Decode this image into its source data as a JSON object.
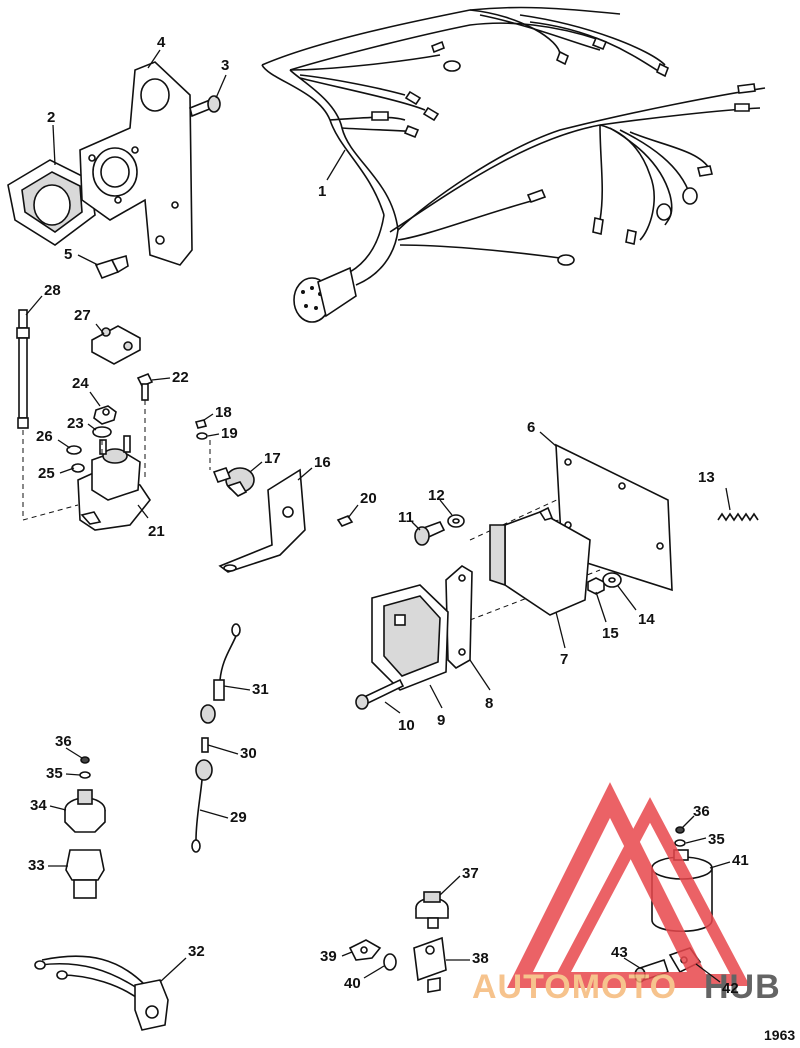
{
  "diagram": {
    "figure_number": "1963",
    "part_labels": [
      "1",
      "2",
      "3",
      "4",
      "5",
      "6",
      "7",
      "8",
      "9",
      "10",
      "11",
      "12",
      "13",
      "14",
      "15",
      "16",
      "17",
      "18",
      "19",
      "20",
      "21",
      "22",
      "23",
      "24",
      "25",
      "26",
      "27",
      "28",
      "29",
      "30",
      "31",
      "32",
      "33",
      "34",
      "35",
      "36",
      "35",
      "36",
      "37",
      "38",
      "39",
      "40",
      "41",
      "42",
      "43"
    ]
  },
  "watermark": {
    "text_part1": "AUTOMOTO",
    "text_part2": "HUB",
    "color_primary": "#e8474c",
    "color_secondary": "#f5b97a",
    "color_dark": "#4a4a4a"
  }
}
